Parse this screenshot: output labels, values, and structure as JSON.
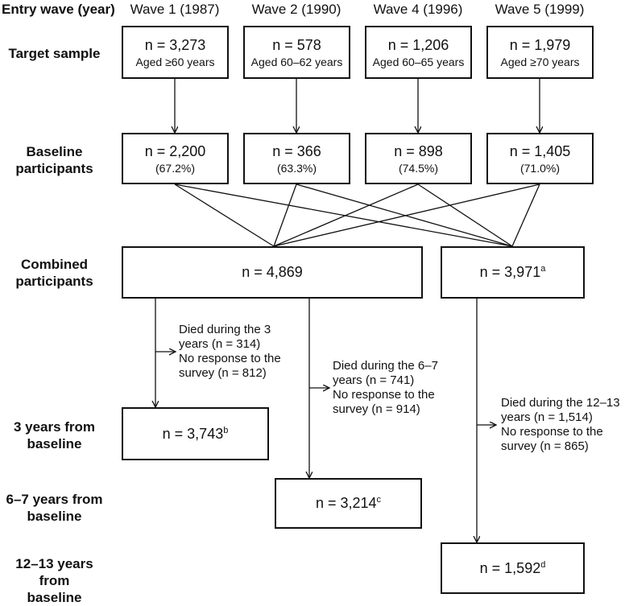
{
  "header": {
    "row_title": "Entry wave (year)",
    "waves": [
      "Wave 1 (1987)",
      "Wave 2 (1990)",
      "Wave 4 (1996)",
      "Wave 5 (1999)"
    ]
  },
  "rows": {
    "target": "Target sample",
    "baseline_1": "Baseline",
    "baseline_2": "participants",
    "combined_1": "Combined",
    "combined_2": "participants",
    "y3_1": "3 years from",
    "y3_2": "baseline",
    "y67_1": "6–7 years from",
    "y67_2": "baseline",
    "y1213_1": "12–13 years from",
    "y1213_2": "baseline"
  },
  "target_boxes": [
    {
      "n": "n = 3,273",
      "desc": "Aged ≥60 years"
    },
    {
      "n": "n = 578",
      "desc": "Aged 60–62 years"
    },
    {
      "n": "n = 1,206",
      "desc": "Aged 60–65 years"
    },
    {
      "n": "n = 1,979",
      "desc": "Aged ≥70 years"
    }
  ],
  "baseline_boxes": [
    {
      "n": "n = 2,200",
      "pct": "(67.2%)"
    },
    {
      "n": "n = 366",
      "pct": "(63.3%)"
    },
    {
      "n": "n = 898",
      "pct": "(74.5%)"
    },
    {
      "n": "n = 1,405",
      "pct": "(71.0%)"
    }
  ],
  "combined": {
    "main": "n = 4,869",
    "sub_n": "n = 3,971",
    "sub_sup": "a"
  },
  "followup": {
    "y3": {
      "n": "n = 3,743",
      "sup": "b"
    },
    "y67": {
      "n": "n = 3,214",
      "sup": "c"
    },
    "y1213": {
      "n": "n = 1,592",
      "sup": "d"
    }
  },
  "notes": {
    "n1": [
      "Died during the 3",
      "years  (n = 314)",
      "No response to the",
      "survey (n = 812)"
    ],
    "n2": [
      "Died during the 6–7",
      "years (n = 741)",
      "No response to the",
      "survey (n = 914)"
    ],
    "n3": [
      "Died during the 12–13",
      "years  (n = 1,514)",
      "No response to the",
      "survey (n = 865)"
    ]
  }
}
